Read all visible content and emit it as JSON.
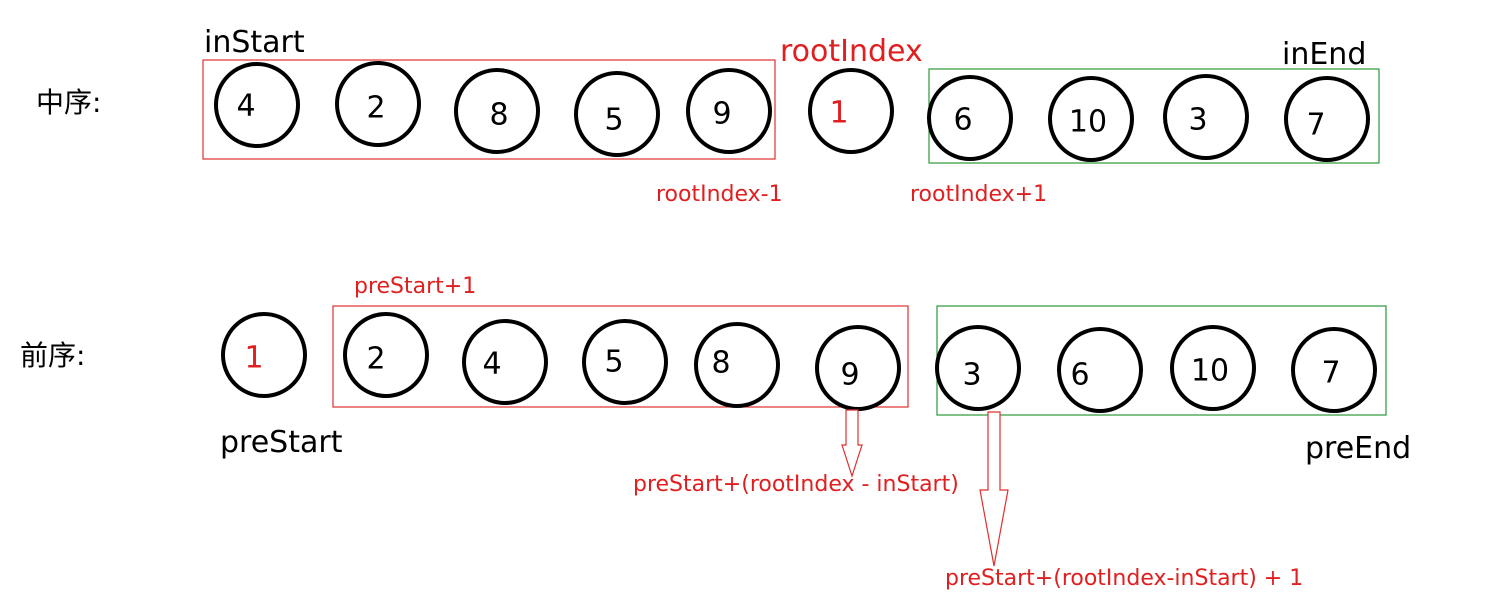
{
  "colors": {
    "red": "#e02020",
    "green": "#2a9a3a",
    "black": "#000000"
  },
  "inorder": {
    "label": "中序:",
    "left_nodes": [
      "4",
      "2",
      "8",
      "5",
      "9"
    ],
    "root_node": "1",
    "right_nodes": [
      "6",
      "10",
      "3",
      "7"
    ],
    "in_start_label": "inStart",
    "root_index_label": "rootIndex",
    "in_end_label": "inEnd",
    "root_minus_label": "rootIndex-1",
    "root_plus_label": "rootIndex+1"
  },
  "preorder": {
    "label": "前序:",
    "root_node": "1",
    "left_nodes": [
      "2",
      "4",
      "5",
      "8",
      "9"
    ],
    "right_nodes": [
      "3",
      "6",
      "10",
      "7"
    ],
    "pre_start_label": "preStart",
    "pre_start_plus_label": "preStart+1",
    "pre_end_label": "preEnd",
    "left_end_formula": "preStart+(rootIndex - inStart)",
    "right_start_formula": "preStart+(rootIndex-inStart) + 1"
  }
}
